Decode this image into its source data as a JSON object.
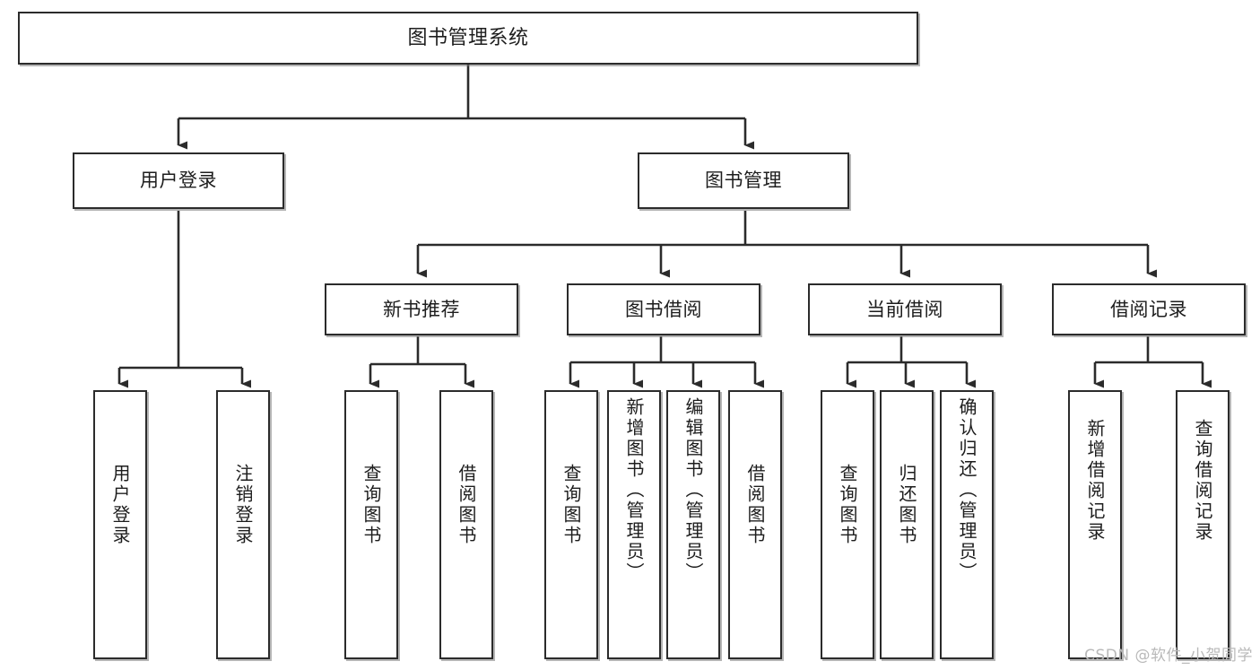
{
  "diagram": {
    "title": "图书管理系统",
    "watermark": "CSDN @软件_小贺同学",
    "root": {
      "label": "图书管理系统"
    },
    "level1": [
      {
        "label": "用户登录"
      },
      {
        "label": "图书管理"
      }
    ],
    "level2": [
      {
        "label": "新书推荐"
      },
      {
        "label": "图书借阅"
      },
      {
        "label": "当前借阅"
      },
      {
        "label": "借阅记录"
      }
    ],
    "leaves": {
      "user_login": [
        {
          "label": "用户登录"
        },
        {
          "label": "注销登录"
        }
      ],
      "new_book": [
        {
          "label": "查询图书"
        },
        {
          "label": "借阅图书"
        }
      ],
      "book_borrow": [
        {
          "label": "查询图书"
        },
        {
          "label": "新增图书（管理员）"
        },
        {
          "label": "编辑图书（管理员）"
        },
        {
          "label": "借阅图书"
        }
      ],
      "current_borrow": [
        {
          "label": "查询图书"
        },
        {
          "label": "归还图书"
        },
        {
          "label": "确认归还（管理员）"
        }
      ],
      "borrow_record": [
        {
          "label": "新增借阅记录"
        },
        {
          "label": "查询借阅记录"
        }
      ]
    },
    "colors": {
      "stroke": "#2b2b2b",
      "fill": "#ffffff",
      "shadow": "#787878",
      "watermark": "#b9b9b9"
    }
  }
}
